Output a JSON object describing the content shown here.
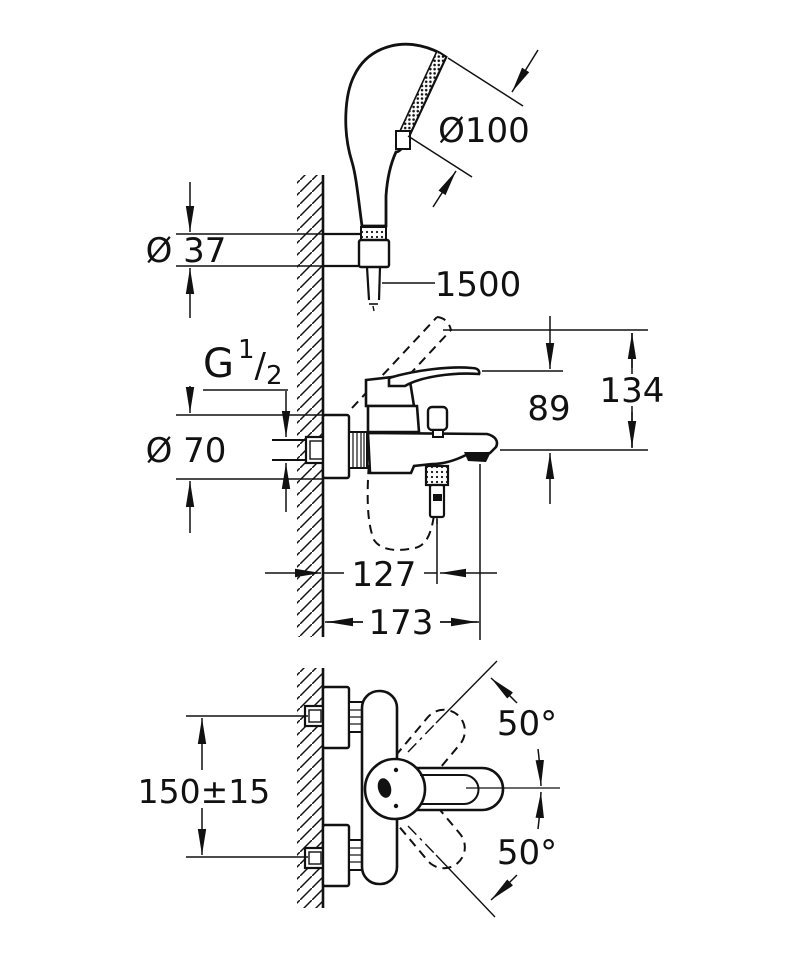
{
  "page": {
    "background": "#ffffff",
    "line_color": "#111111",
    "kind": "technical dimension drawing, wall-mounted bath/shower mixer with hand shower"
  },
  "labels": {
    "head_diameter": "Ø100",
    "holder_diameter": "Ø 37",
    "hose_length": "1500",
    "thread_g": "G",
    "thread_num": "1",
    "thread_slash": "/",
    "thread_den": "2",
    "total_height": "134",
    "body_height": "89",
    "escutcheon_diameter": "Ø 70",
    "shower_outlet_depth": "127",
    "spout_depth": "173",
    "connection_distance": "150±15",
    "swing_angle_up": "50°",
    "swing_angle_down": "50°"
  }
}
